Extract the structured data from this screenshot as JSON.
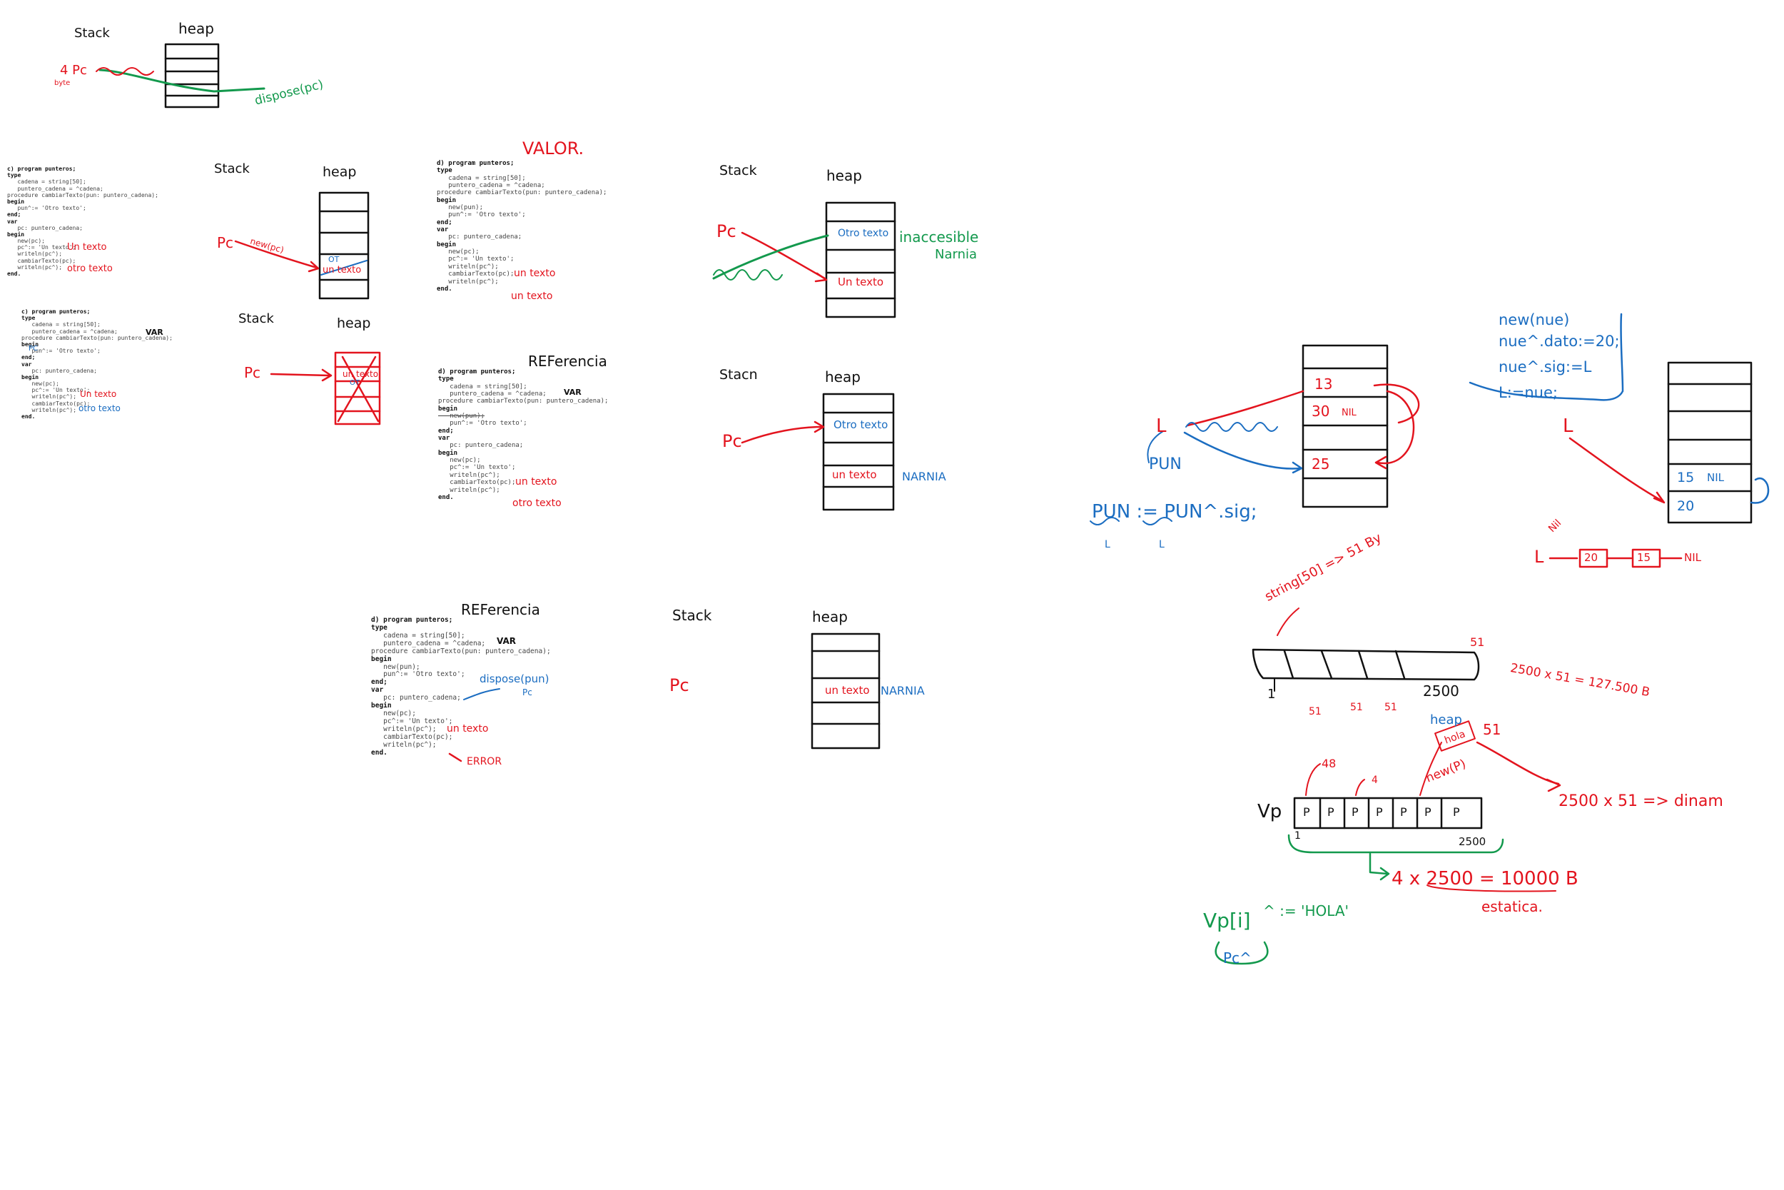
{
  "colors": {
    "ink": "#111111",
    "red": "#e3141e",
    "blue": "#1b6dc1",
    "green": "#13994d"
  },
  "labels": {
    "stack": "Stack",
    "heap": "heap",
    "stack_alt": "Stacn",
    "pc": "Pc",
    "tl_pc": "4 Pc",
    "tl_byte": "byte",
    "tl_dispose": "dispose(pc)",
    "new_pc": "new(pc)",
    "ot": "OT",
    "un_texto": "un texto",
    "un_texto_b": "Un texto",
    "otro_texto": "Otro texto",
    "otro_texto_lower": "otro texto",
    "valor": "VALOR.",
    "referencia": "REFerencia",
    "inaccesible": "inaccesible",
    "narnia": "Narnia",
    "narnia_upper": "NARNIA",
    "var": "VAR",
    "dispose_pun": "dispose(pun)",
    "errors": "ERROR",
    "pc_small": "PC"
  },
  "code_c": [
    "c) program punteros;",
    "type",
    "   cadena = string[50];",
    "   puntero_cadena = ^cadena;",
    "procedure cambiarTexto(pun: puntero_cadena);",
    "begin",
    "   pun^:= 'Otro texto';",
    "end;",
    "var",
    "   pc: puntero_cadena;",
    "begin",
    "   new(pc);",
    "   pc^:= 'Un texto';",
    "   writeln(pc^);",
    "   cambiarTexto(pc);",
    "   writeln(pc^);",
    "end."
  ],
  "code_d": [
    "d) program punteros;",
    "type",
    "   cadena = string[50];",
    "   puntero_cadena = ^cadena;",
    "procedure cambiarTexto(pun: puntero_cadena);",
    "begin",
    "   new(pun);",
    "   pun^:= 'Otro texto';",
    "end;",
    "var",
    "   pc: puntero_cadena;",
    "begin",
    "   new(pc);",
    "   pc^:= 'Un texto';",
    "   writeln(pc^);",
    "   cambiarTexto(pc);",
    "   writeln(pc^);",
    "end."
  ],
  "list": {
    "code": [
      "new(nue)",
      "nue^.dato:=20;",
      "nue^.sig:=L",
      "L:=nue;"
    ],
    "L": "L",
    "pun": "PUN",
    "pun_assign": "PUN := PUN^.sig;",
    "pun_assign_l1": "L",
    "pun_assign_l2": "L",
    "cells": [
      "13",
      "30",
      "NIL",
      "25"
    ],
    "cells_b": [
      "15",
      "NIL",
      "20"
    ],
    "nil_note": "Nil",
    "chain": [
      "20",
      "15"
    ],
    "chain_nil": "NIL"
  },
  "memory": {
    "string_note": "string[50] => 51 By",
    "arr_note_51": "51",
    "arr_start": "1",
    "arr_end": "2500",
    "arr_under": [
      "51",
      "51",
      "51"
    ],
    "calc_static": "2500 x 51 = 127.500 B",
    "heap_note": "heap",
    "hola": "hola",
    "hola_size": "51",
    "note_48": "48",
    "note_4": "4",
    "new_p": "new(P)",
    "dinam": "2500 x 51 => dinam",
    "vp": "Vp",
    "p_cells": [
      "P",
      "P",
      "P",
      "P",
      "P",
      "P",
      "P"
    ],
    "vp_start": "1",
    "vp_end": "2500",
    "estatica_calc": "4 x 2500 = 10000 B",
    "estatica": "estatica.",
    "vp_assign_a": "Vp[i]",
    "vp_assign_b": "^ := 'HOLA'",
    "vp_pc": "Pc^"
  }
}
